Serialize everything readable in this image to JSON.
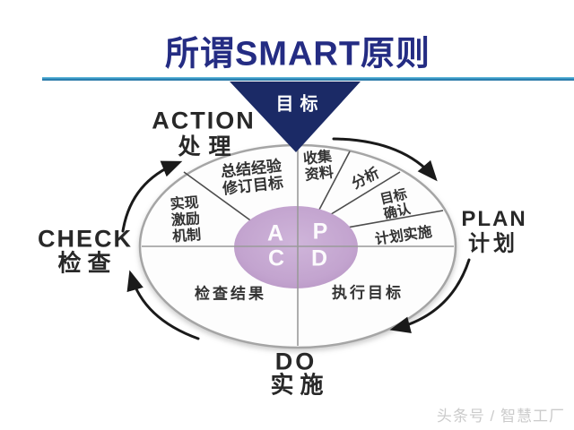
{
  "title": "所谓SMART原则",
  "watermark": "头条号 / 智慧工厂",
  "diagram": {
    "goal_label": "目标",
    "stages": {
      "action_en": "ACTION",
      "action_zh": "处理",
      "plan_en": "PLAN",
      "plan_zh": "计划",
      "check_en": "CHECK",
      "check_zh": "检查",
      "do_en": "DO",
      "do_zh": "实施"
    },
    "segments": {
      "summarize": "总结经验\n修订目标",
      "collect": "收集\n资料",
      "analyze": "分析",
      "confirm": "目标\n确认",
      "plan_implement": "计划实施",
      "incentive": "实现\n激励\n机制",
      "check_results": "检查结果",
      "execute": "执行目标"
    },
    "center_letters": {
      "a": "A",
      "p": "P",
      "c": "C",
      "d": "D"
    },
    "colors": {
      "title_text": "#242c83",
      "title_rule": "#2b86b8",
      "goal_triangle": "#1b2a66",
      "goal_text": "#ffffff",
      "center_ellipse": "#c3a4cf",
      "center_letters": "#ffffff",
      "cycle_arrows": "#1a1a1a",
      "ellipse_outline": "#a5a5a5",
      "segment_text": "#333333",
      "watermark_text": "#cbcbcb"
    }
  }
}
